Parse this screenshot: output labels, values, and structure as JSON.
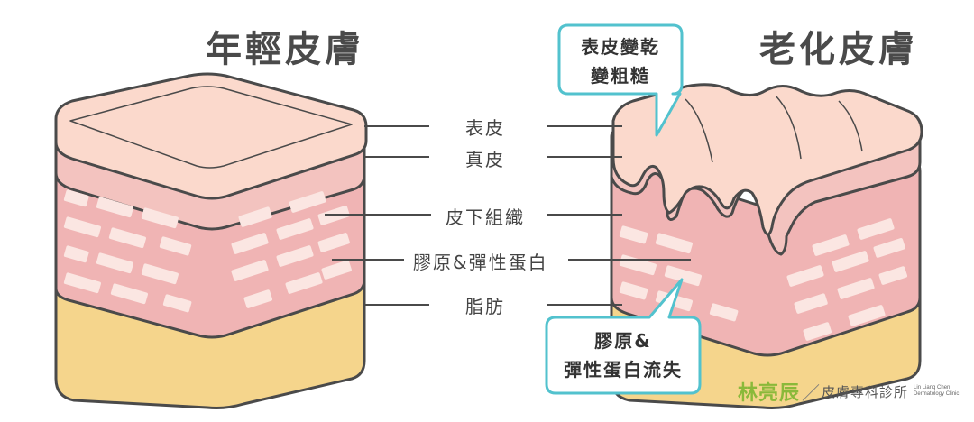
{
  "titles": {
    "young": "年輕皮膚",
    "aged": "老化皮膚"
  },
  "layers": [
    {
      "label": "表皮"
    },
    {
      "label": "真皮"
    },
    {
      "label": "皮下組織"
    },
    {
      "label": "膠原&彈性蛋白"
    },
    {
      "label": "脂肪"
    }
  ],
  "callouts": {
    "top": {
      "line1": "表皮變乾",
      "line2": "變粗糙"
    },
    "bottom": {
      "line1": "膠原&",
      "line2": "彈性蛋白流失"
    }
  },
  "logo": {
    "name": "林亮辰",
    "subtitle": "皮膚專科診所",
    "english_line1": "Lin Liang Chen",
    "english_line2": "Dermatology Clinic"
  },
  "colors": {
    "outline": "#4a4a4a",
    "epidermis": "#fbd9cc",
    "dermis": "#f3c3bf",
    "subcutaneous": "#f0b4b4",
    "brick": "#fbe6e2",
    "fat": "#f5d58c",
    "callout_border": "#52c2ce",
    "logo_green": "#8ab93a"
  }
}
